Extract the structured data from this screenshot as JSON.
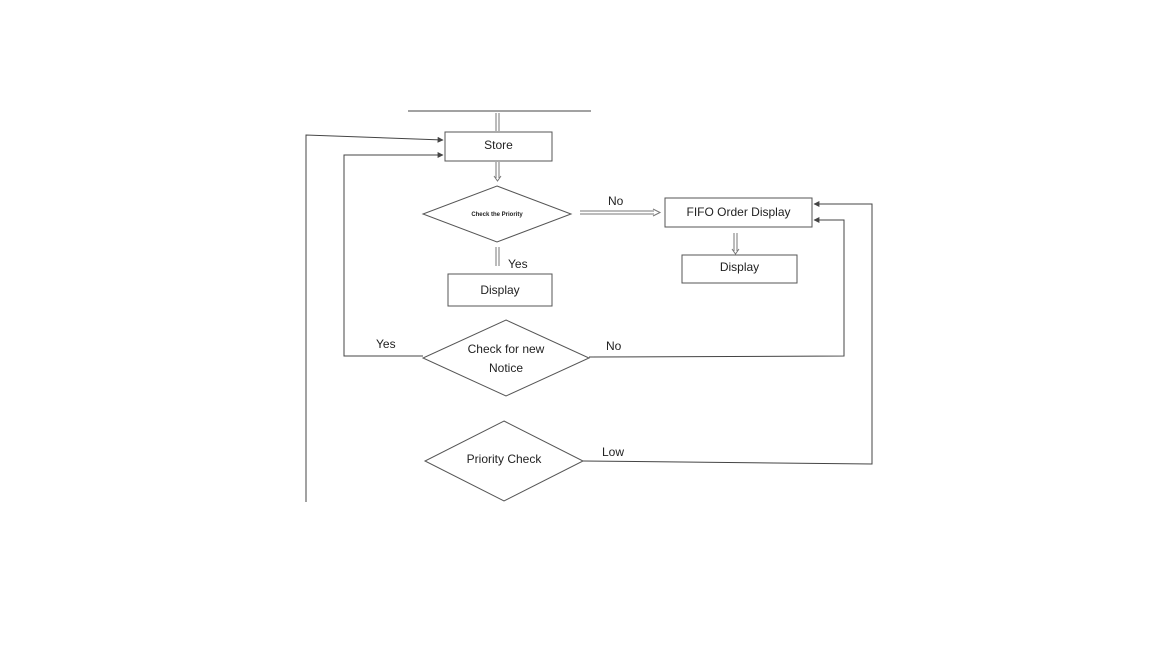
{
  "flowchart": {
    "nodes": {
      "store": "Store",
      "check_priority": "Check the Priority",
      "fifo_display": "FIFO Order Display",
      "display_fifo": "Display",
      "display_priority": "Display",
      "check_new_notice_line1": "Check for new",
      "check_new_notice_line2": "Notice",
      "priority_check": "Priority Check"
    },
    "edge_labels": {
      "priority_no": "No",
      "priority_yes": "Yes",
      "notice_yes": "Yes",
      "notice_no": "No",
      "priority_low": "Low"
    }
  }
}
